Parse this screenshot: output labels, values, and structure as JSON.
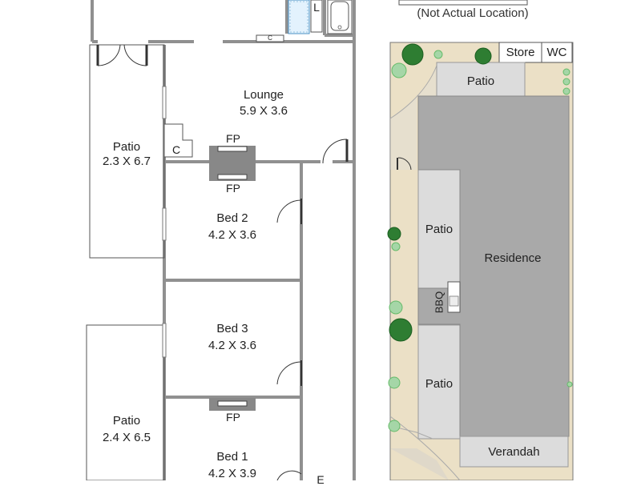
{
  "floor_plan": {
    "lounge": {
      "name": "Lounge",
      "dims": "5.9 X 3.6"
    },
    "bed2": {
      "name": "Bed 2",
      "dims": "4.2 X 3.6"
    },
    "bed3": {
      "name": "Bed 3",
      "dims": "4.2 X 3.6"
    },
    "bed1": {
      "name": "Bed 1",
      "dims": "4.2 X 3.9"
    },
    "patio_upper": {
      "name": "Patio",
      "dims": "2.3 X 6.7"
    },
    "patio_lower": {
      "name": "Patio",
      "dims": "2.4 X 6.5"
    },
    "fireplace_labels": [
      "FP",
      "FP",
      "FP"
    ],
    "cupboard_label": "C",
    "cupboard_small": "C",
    "linen_label": "L",
    "partial_label": "E"
  },
  "site_plan": {
    "note": "(Not Actual Location)",
    "store": "Store",
    "wc": "WC",
    "patio_top": "Patio",
    "patio_mid": "Patio",
    "patio_low": "Patio",
    "residence": "Residence",
    "bbq": "BBQ",
    "verandah": "Verandah"
  },
  "colors": {
    "wall": "#909090",
    "residence_fill": "#a9a9a9",
    "patio_fill": "#dcdcdc",
    "garden_fill": "#ebe0c6",
    "tree_fill": "#2e7d32",
    "shrub_fill": "#a5d6a7"
  }
}
